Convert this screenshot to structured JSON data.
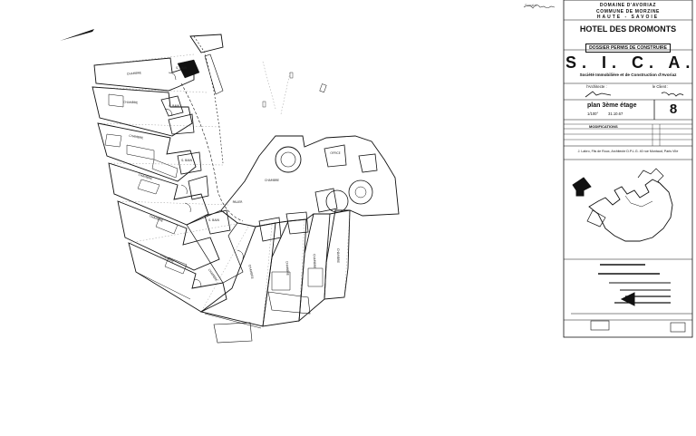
{
  "scribble_top": "Sunalal",
  "title_block": {
    "domaine_line1": "DOMAINE D'AVORIAZ",
    "domaine_line2": "COMMUNE DE MORZINE",
    "domaine_line3": "HAUTE - SAVOIE",
    "hotel_name": "HOTEL DES DROMONTS",
    "dossier": "DOSSIER PERMIS DE CONSTRUIRE",
    "company": "S. I. C. A.",
    "company_full": "Société Immobilière et de Construction d'Avoriaz",
    "architect_label": "l'Architecte :",
    "client_label": "le Client :",
    "plan_title": "plan 3ème étage",
    "sheet_number": "8",
    "scale": "1/100°",
    "date": "31.10.67",
    "modifications_label": "MODIFICATIONS",
    "architects_credit": "J. Labro, Fils de Roux, Architecte D.P.L.G. 40 rue Montaud, Paris VIIe"
  },
  "plan": {
    "room_labels": [
      "CHAMBRE",
      "CHAMBRE",
      "CHAMBRE",
      "CHAMBRE",
      "CHAMBRE",
      "CHAMBRE",
      "CHAMBRE",
      "CHAMBRE",
      "CHAMBRE",
      "CHAMBRE",
      "CHAMBRE",
      "CHAMBRE",
      "S. BAIN",
      "S. BAIN",
      "S. BAIN",
      "S. BAIN",
      "PALIER",
      "OFFICE"
    ]
  },
  "colors": {
    "ink": "#111111",
    "paper": "#ffffff"
  }
}
